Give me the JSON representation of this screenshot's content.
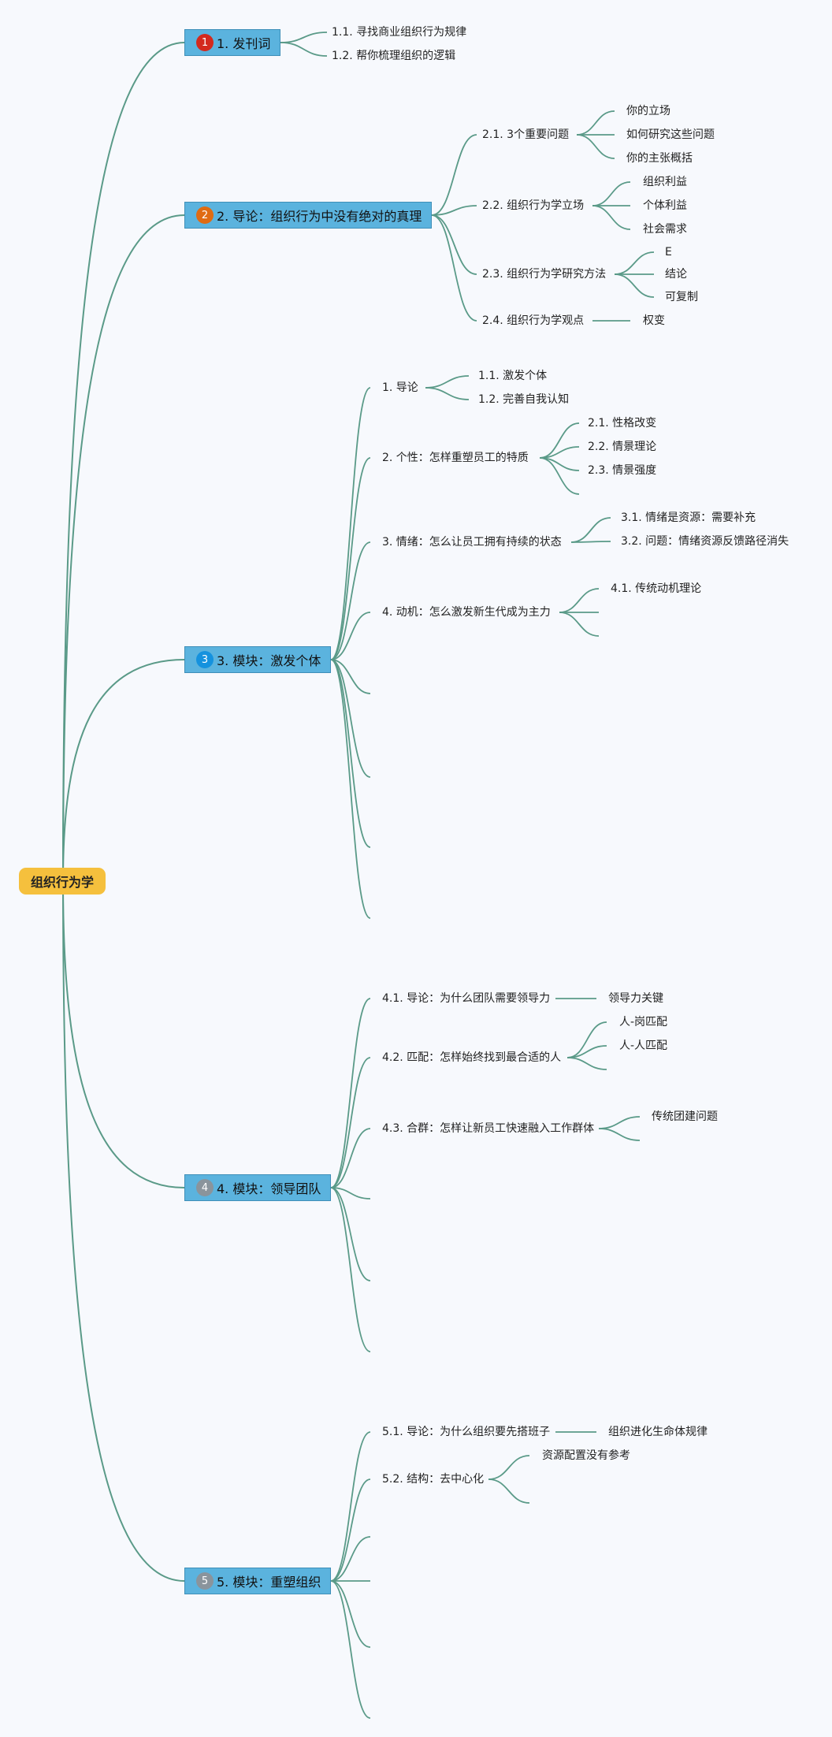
{
  "colors": {
    "edge": "#5a9a88",
    "root_fill": "#f5c03d",
    "main_fill": "#5bb3de",
    "badge_1": "#d32a1e",
    "badge_2": "#e06b12",
    "badge_3": "#1592de",
    "badge_4": "#8a949c",
    "badge_5": "#8a949c"
  },
  "icons": [
    "priority-1-icon",
    "priority-2-icon",
    "priority-3-icon",
    "priority-4-icon",
    "priority-5-icon"
  ],
  "root": {
    "label": "组织行为学"
  },
  "branches": [
    {
      "badge": "1",
      "label": "1. 发刊词",
      "children": [
        {
          "label": "1.1. 寻找商业组织行为规律"
        },
        {
          "label": "1.2. 帮你梳理组织的逻辑"
        }
      ]
    },
    {
      "badge": "2",
      "label": "2. 导论：组织行为中没有绝对的真理",
      "children": [
        {
          "label": "2.1. 3个重要问题",
          "children": [
            "你的立场",
            "如何研究这些问题",
            "你的主张概括"
          ]
        },
        {
          "label": "2.2. 组织行为学立场",
          "children": [
            "组织利益",
            "个体利益",
            "社会需求"
          ]
        },
        {
          "label": "2.3. 组织行为学研究方法",
          "children": [
            "E",
            "结论",
            "可复制"
          ]
        },
        {
          "label": "2.4. 组织行为学观点",
          "children": [
            "权变"
          ]
        }
      ]
    },
    {
      "badge": "3",
      "label": "3. 模块：激发个体",
      "children": [
        {
          "label": "1. 导论",
          "children": [
            "1.1. 激发个体",
            "1.2. 完善自我认知"
          ]
        },
        {
          "label": "2. 个性：怎样重塑员工的特质",
          "children": [
            "2.1. 性格改变",
            "2.2. 情景理论",
            "2.3. 情景强度",
            ""
          ]
        },
        {
          "label": "3. 情绪：怎么让员工拥有持续的状态",
          "children": [
            "3.1. 情绪是资源：需要补充",
            "3.2. 问题：情绪资源反馈路径消失"
          ]
        },
        {
          "label": "4. 动机：怎么激发新生代成为主力",
          "children": [
            "4.1. 传统动机理论",
            "",
            ""
          ]
        },
        {
          "label": ""
        },
        {
          "label": ""
        },
        {
          "label": ""
        },
        {
          "label": ""
        }
      ]
    },
    {
      "badge": "4",
      "label": "4. 模块：领导团队",
      "children": [
        {
          "label": "4.1. 导论：为什么团队需要领导力",
          "children": [
            "领导力关键"
          ]
        },
        {
          "label": "4.2. 匹配：怎样始终找到最合适的人",
          "children": [
            "人-岗匹配",
            "人-人匹配",
            ""
          ]
        },
        {
          "label": "4.3. 合群：怎样让新员工快速融入工作群体",
          "children": [
            "传统团建问题",
            ""
          ]
        },
        {
          "label": ""
        },
        {
          "label": ""
        },
        {
          "label": ""
        }
      ]
    },
    {
      "badge": "5",
      "label": "5. 模块：重塑组织",
      "children": [
        {
          "label": "5.1. 导论：为什么组织要先搭班子",
          "children": [
            "组织进化生命体规律"
          ]
        },
        {
          "label": "5.2. 结构：去中心化",
          "children": [
            "资源配置没有参考",
            ""
          ]
        },
        {
          "label": ""
        },
        {
          "label": ""
        },
        {
          "label": ""
        },
        {
          "label": ""
        }
      ]
    }
  ]
}
